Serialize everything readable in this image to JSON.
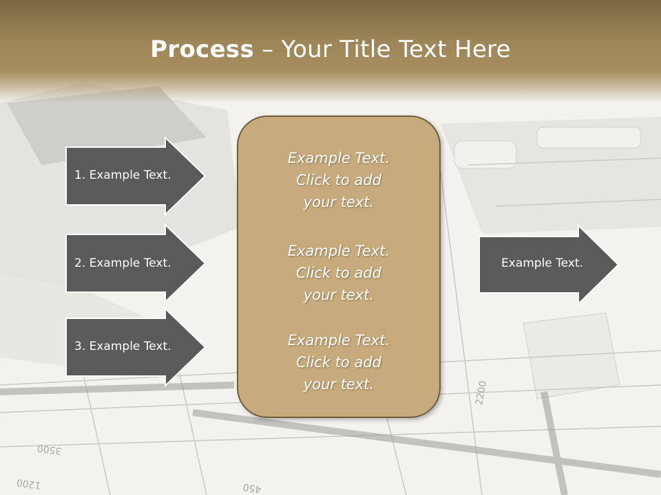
{
  "slide": {
    "title_bold": "Process",
    "title_rest": " – Your Title Text Here"
  },
  "left_arrows": [
    {
      "label": "1. Example Text."
    },
    {
      "label": "2. Example Text."
    },
    {
      "label": "3. Example Text."
    }
  ],
  "center_box": {
    "paragraphs": [
      {
        "line1": "Example Text.",
        "line2": "Click  to add",
        "line3": "your text."
      },
      {
        "line1": "Example Text.",
        "line2": "Click  to add",
        "line3": "your text."
      },
      {
        "line1": "Example Text.",
        "line2": "Click  to add",
        "line3": "your text."
      }
    ]
  },
  "right_arrow": {
    "label": "Example Text."
  },
  "colors": {
    "header": "#9c8558",
    "box_fill": "#c8ab7c",
    "box_border": "#6f5c3f",
    "arrow_fill": "#5a5a5a",
    "arrow_border": "#ffffff"
  }
}
